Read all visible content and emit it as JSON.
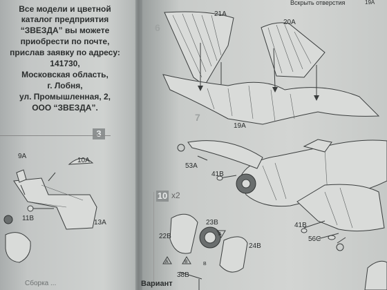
{
  "left_page": {
    "lines": [
      "Все модели и цветной",
      "каталог предприятия",
      "“ЗВЕЗДА” вы можете",
      "приобрести по почте,",
      "прислав заявку по адресу:",
      "141730,",
      "Московская область,",
      "г. Лобня,",
      "ул. Промышленная, 2,",
      "ООО “ЗВЕЗДА”."
    ],
    "step": "3",
    "parts": {
      "p9a": "9А",
      "p10a": "10А",
      "p11b": "11В",
      "p13a": "13А"
    },
    "footer": "Сборка ..."
  },
  "right_page": {
    "header_text": "Вскрыть отверстия",
    "header_part": "19А",
    "step_top": "6",
    "step7": "7",
    "step10": "10",
    "step10_mult": "x2",
    "parts": {
      "p21a": "21А",
      "p20a": "20А",
      "p19a": "19А",
      "p53a": "53А",
      "p41b_top": "41В",
      "p41b_right": "41В",
      "p56c": "56С",
      "p23b": "23В",
      "p22b": "22В",
      "p24b": "24В",
      "p38b": "38В",
      "mark_a1": "А",
      "mark_a2": "А",
      "mark_b1": "В",
      "mark_b2": "В"
    },
    "variant": "Вариант"
  }
}
